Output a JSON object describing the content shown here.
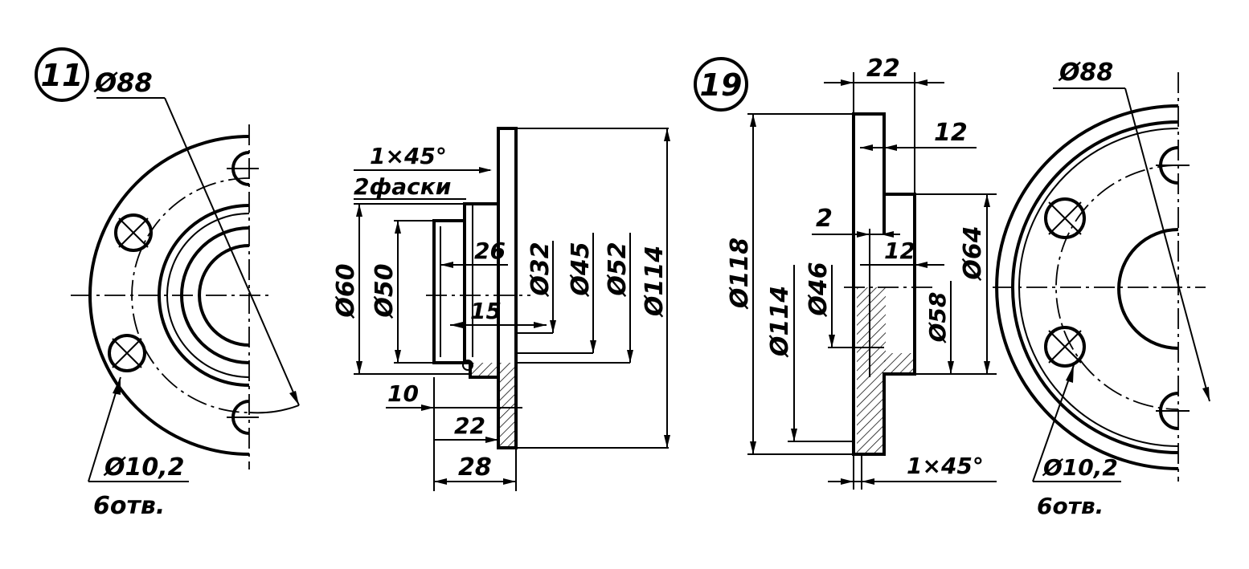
{
  "part_11": {
    "number": "11",
    "view": {
      "pcd": "Ø88",
      "holes_dia": "Ø10,2",
      "holes_count": "6отв."
    },
    "section": {
      "chamfer": "1×45°",
      "chamfer_note": "2фаски",
      "dims": {
        "d60": "Ø60",
        "d50": "Ø50",
        "d32": "Ø32",
        "d45": "Ø45",
        "d52": "Ø52",
        "d114": "Ø114",
        "l26": "26",
        "l15": "15",
        "l10": "10",
        "l22": "22",
        "l28": "28"
      }
    }
  },
  "part_19": {
    "number": "19",
    "section": {
      "dims": {
        "l22": "22",
        "l12a": "12",
        "l2": "2",
        "l12b": "12",
        "d118": "Ø118",
        "d114": "Ø114",
        "d46": "Ø46",
        "d58": "Ø58",
        "d64": "Ø64"
      },
      "chamfer": "1×45°"
    },
    "view": {
      "pcd": "Ø88",
      "holes_dia": "Ø10,2",
      "holes_count": "6отв."
    }
  }
}
